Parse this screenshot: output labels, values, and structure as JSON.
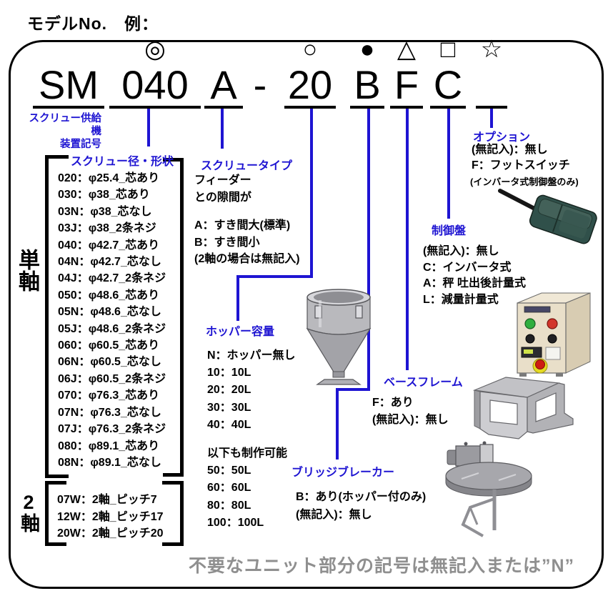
{
  "title": "モデルNo.　例：",
  "colors": {
    "accent_blue": "#1e14d2",
    "footer_gray": "#8f8f8f",
    "line_black": "#000000"
  },
  "model": {
    "segments": [
      {
        "text": "SM",
        "symbol": ""
      },
      {
        "text": "040",
        "symbol": "◎"
      },
      {
        "text": "A",
        "symbol": ""
      },
      {
        "text": "-",
        "symbol": ""
      },
      {
        "text": "20",
        "symbol": "○"
      },
      {
        "text": "B",
        "symbol": "●"
      },
      {
        "text": "F",
        "symbol": "△"
      },
      {
        "text": "C",
        "symbol": "□"
      },
      {
        "text": "",
        "symbol": "☆"
      }
    ],
    "device_label_line1": "スクリュー供給機",
    "device_label_line2": "装置記号"
  },
  "sections": {
    "screw_diameter": {
      "label": "スクリュー径・形状",
      "single_axis_label": "単軸",
      "dual_axis_label": "2軸",
      "items": [
        "020：φ25.4_芯あり",
        "030：φ38_芯あり",
        "03N：φ38_芯なし",
        "03J：φ38_2条ネジ",
        "040：φ42.7_芯あり",
        "04N：φ42.7_芯なし",
        "04J：φ42.7_2条ネジ",
        "050：φ48.6_芯あり",
        "05N：φ48.6_芯なし",
        "05J：φ48.6_2条ネジ",
        "060：φ60.5_芯あり",
        "06N：φ60.5_芯なし",
        "06J：φ60.5_2条ネジ",
        "070：φ76.3_芯あり",
        "07N：φ76.3_芯なし",
        "07J：φ76.3_2条ネジ",
        "080：φ89.1_芯あり",
        "08N：φ89.1_芯なし"
      ],
      "dual_items": [
        "07W：2軸_ピッチ7",
        "12W：2軸_ピッチ17",
        "20W：2軸_ピッチ20"
      ]
    },
    "screw_type": {
      "label": "スクリュータイプ",
      "lines": [
        "フィーダー",
        "との隙間が",
        "",
        "A：すき間大(標準)",
        "B：すき間小",
        "(2軸の場合は無記入)"
      ]
    },
    "hopper": {
      "label": "ホッパー容量",
      "lines": [
        "N：ホッパー無し",
        "10：10L",
        "20：20L",
        "30：30L",
        "40：40L",
        "",
        "以下も制作可能",
        "50：50L",
        "60：60L",
        "80：80L",
        "100：100L"
      ]
    },
    "bridge_breaker": {
      "label": "ブリッジブレーカー",
      "lines": [
        "B：あり(ホッパー付のみ)",
        "(無記入)：無し"
      ]
    },
    "base_frame": {
      "label": "ベースフレーム",
      "lines": [
        "F：あり",
        "(無記入)：無し"
      ]
    },
    "control_panel": {
      "label": "制御盤",
      "lines": [
        "(無記入)：無し",
        "C：インバータ式",
        "A：秤 吐出後計量式",
        "L：減量計量式"
      ]
    },
    "options": {
      "label": "オプション",
      "lines": [
        "(無記入)：無し",
        "F：フットスイッチ"
      ],
      "note": "(インバータ式制御盤のみ)"
    }
  },
  "footer": "不要なユニット部分の記号は無記入または”N”",
  "images": {
    "hopper": "hopper-3d-render",
    "foot_switch": "foot-switch-3d-render",
    "control_panel": "control-panel-3d-render",
    "base_frame": "base-frame-3d-render",
    "bridge_breaker": "bridge-breaker-3d-render"
  }
}
